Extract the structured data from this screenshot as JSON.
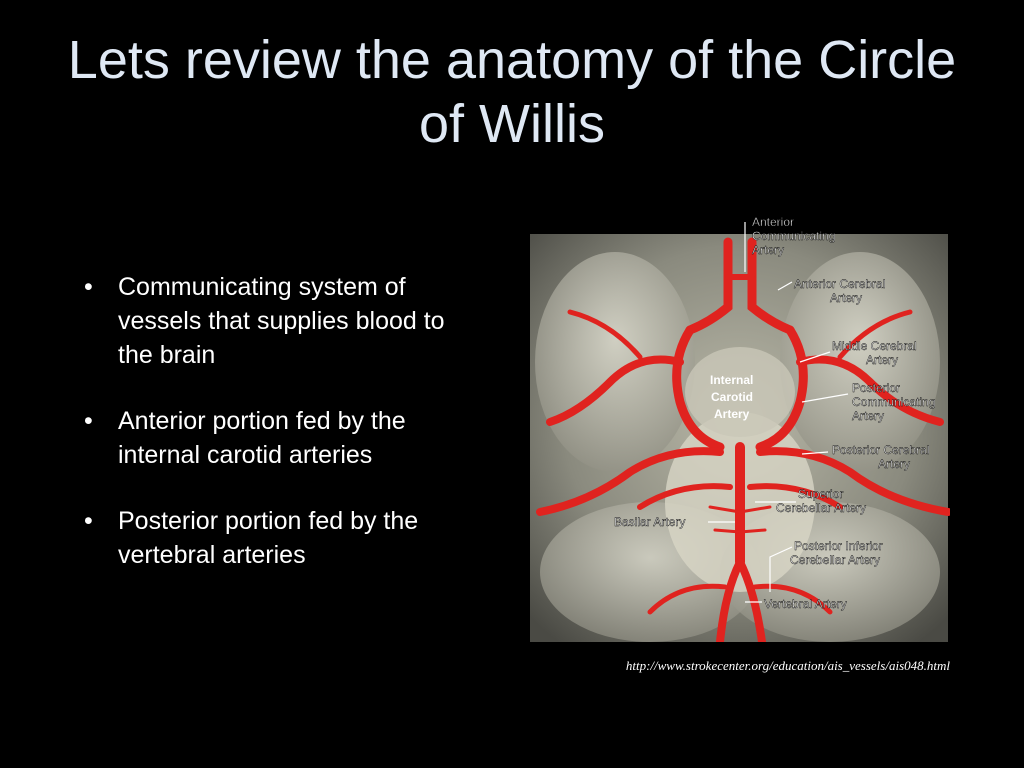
{
  "slide": {
    "title": "Lets review the anatomy of the Circle of Willis",
    "bullets": [
      {
        "text": "Communicating system of vessels that supplies blood to the brain"
      },
      {
        "text": "Anterior portion fed by the internal carotid arteries"
      },
      {
        "text": "Posterior portion fed by the vertebral arteries"
      }
    ],
    "bullet_symbol": "•",
    "caption": "http://www.strokecenter.org/education/ais_vessels/ais048.html"
  },
  "figure": {
    "labels": {
      "anterior_communicating": [
        "Anterior",
        "Communicating",
        "Artery"
      ],
      "anterior_cerebral": [
        "Anterior Cerebral",
        "Artery"
      ],
      "middle_cerebral": [
        "Middle Cerebral",
        "Artery"
      ],
      "internal_carotid": [
        "Internal",
        "Carotid",
        "Artery"
      ],
      "posterior_communicating": [
        "Posterior",
        "Communicating",
        "Artery"
      ],
      "posterior_cerebral": [
        "Posterior Cerebral",
        "Artery"
      ],
      "superior_cerebellar": [
        "Superior",
        "Cerebellar Artery"
      ],
      "basilar": [
        "Basilar Artery"
      ],
      "posterior_inferior_cerebellar": [
        "Posterior Inferior",
        "Cerebellar Artery"
      ],
      "vertebral": [
        "Vertebral Artery"
      ]
    },
    "colors": {
      "artery": "#e0231f",
      "brain_light": "#cfcfc0",
      "brain_dark": "#5d5d55"
    }
  }
}
